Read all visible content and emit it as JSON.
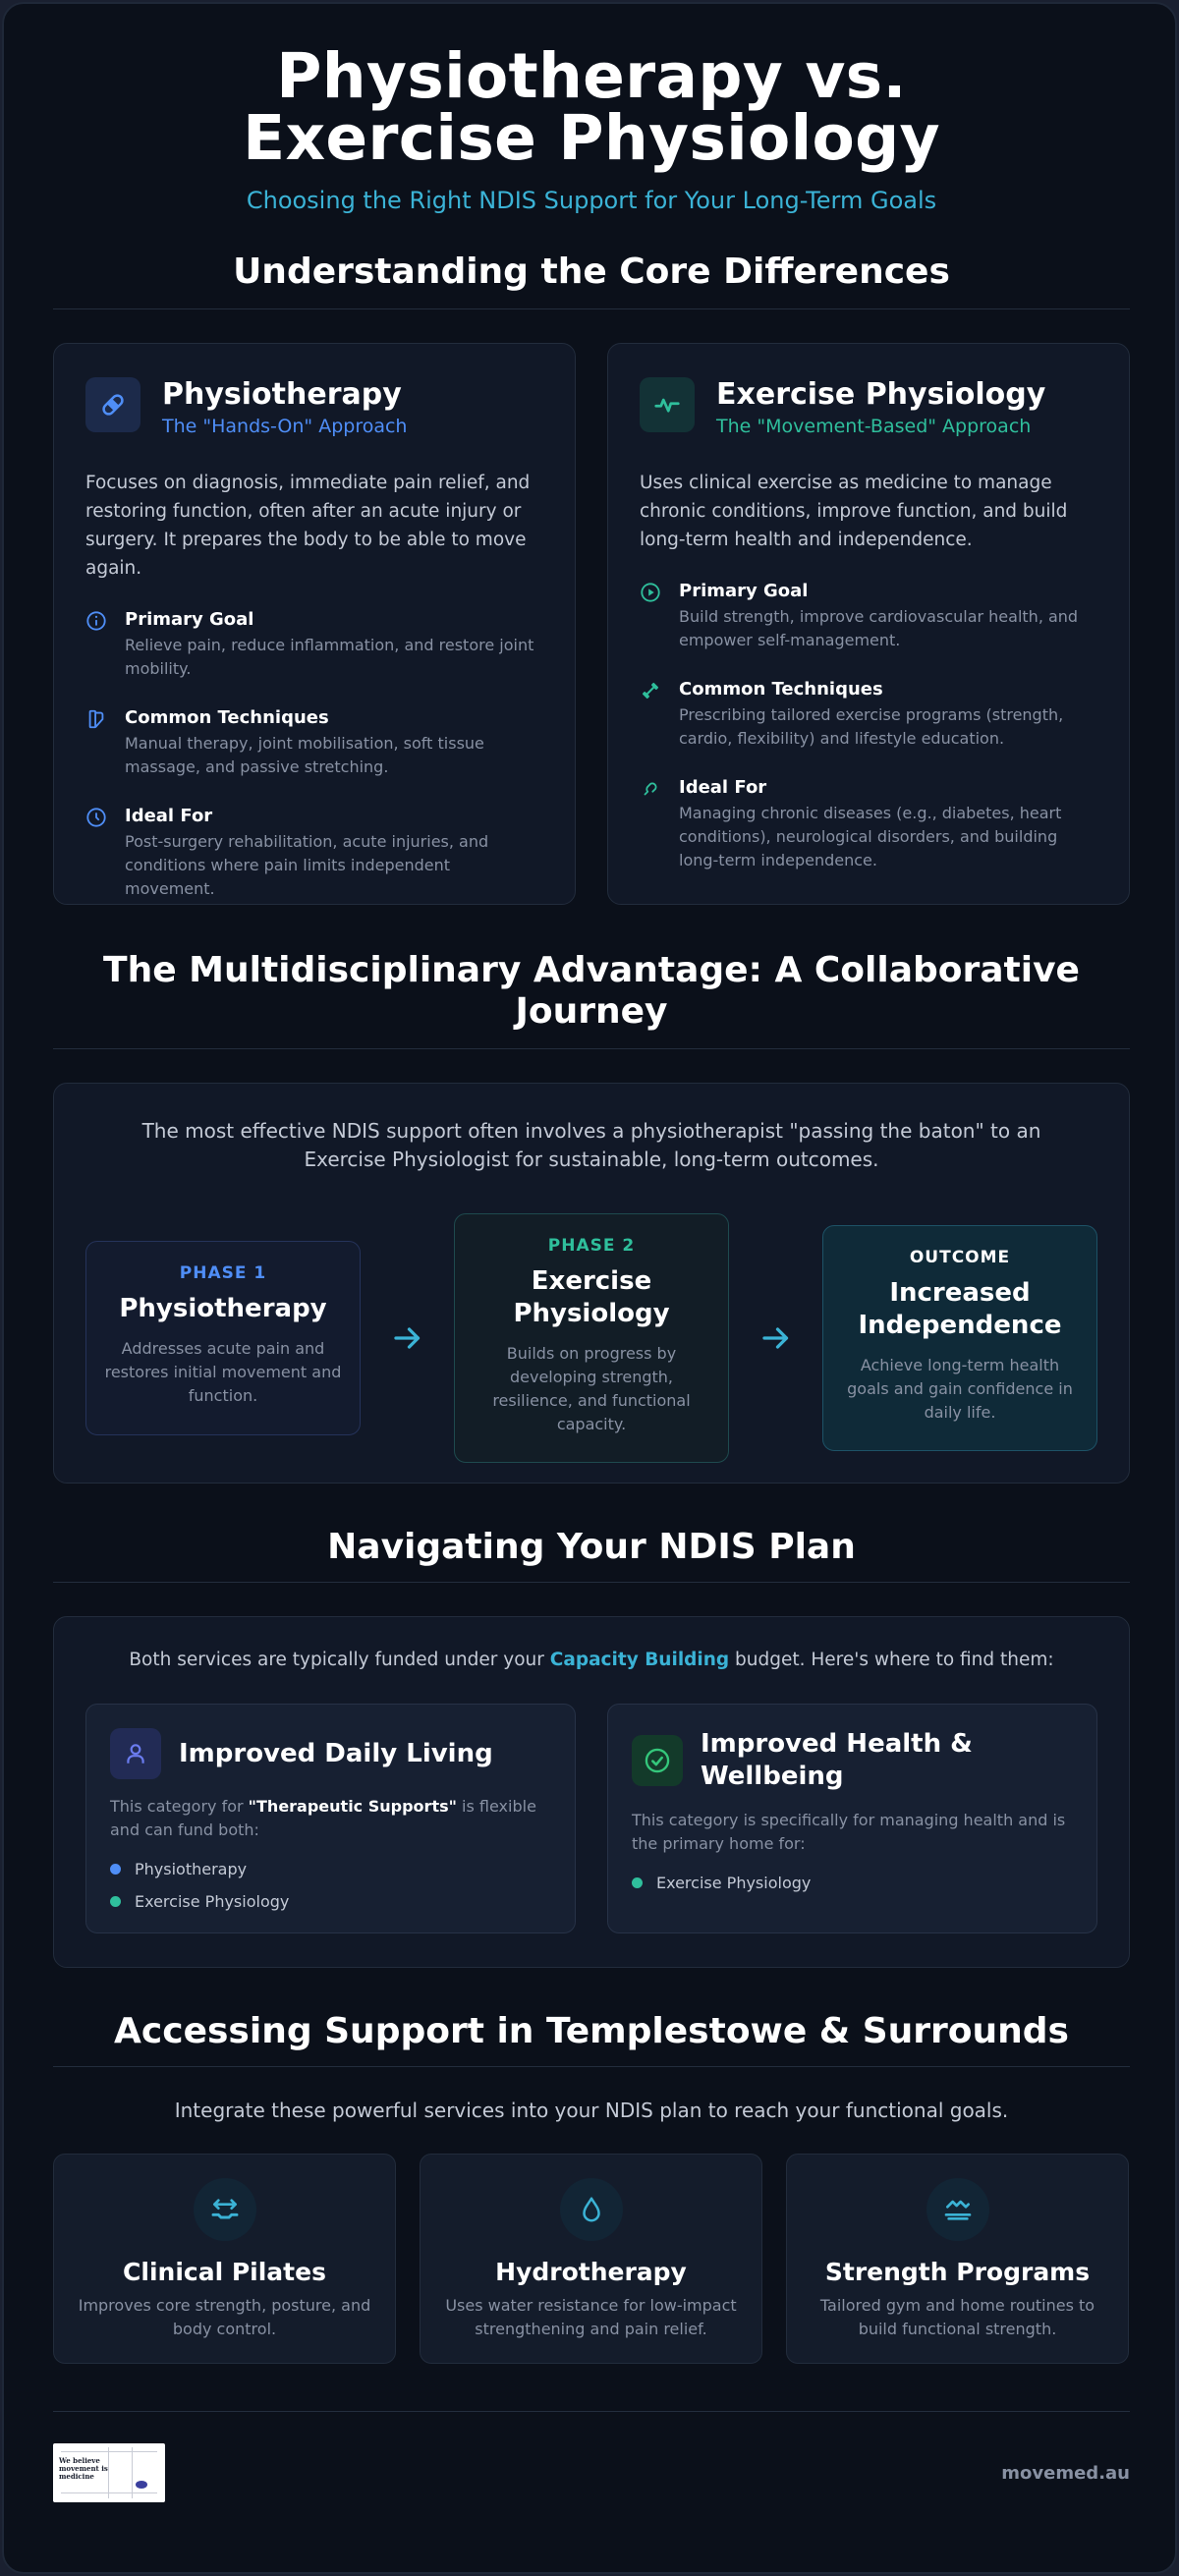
{
  "header": {
    "title": "Physiotherapy vs. Exercise Physiology",
    "subtitle": "Choosing the Right NDIS Support for Your Long-Term Goals"
  },
  "core": {
    "title": "Understanding the Core Differences",
    "cards": [
      {
        "name": "Physiotherapy",
        "tagline": "The \"Hands-On\" Approach",
        "icon": "bandage-icon",
        "description": "Focuses on diagnosis, immediate pain relief, and restoring function, often after an acute injury or surgery. It prepares the body to be able to move again.",
        "features": [
          {
            "title": "Primary Goal",
            "text": "Relieve pain, reduce inflammation, and restore joint mobility.",
            "icon": "info-circle-icon"
          },
          {
            "title": "Common Techniques",
            "text": "Manual therapy, joint mobilisation, soft tissue massage, and passive stretching.",
            "icon": "hand-icon"
          },
          {
            "title": "Ideal For",
            "text": "Post-surgery rehabilitation, acute injuries, and conditions where pain limits independent movement.",
            "icon": "clock-icon"
          }
        ]
      },
      {
        "name": "Exercise Physiology",
        "tagline": "The \"Movement-Based\" Approach",
        "icon": "activity-icon",
        "description": "Uses clinical exercise as medicine to manage chronic conditions, improve function, and build long-term health and independence.",
        "features": [
          {
            "title": "Primary Goal",
            "text": "Build strength, improve cardiovascular health, and empower self-management.",
            "icon": "play-circle-icon"
          },
          {
            "title": "Common Techniques",
            "text": "Prescribing tailored exercise programs (strength, cardio, flexibility) and lifestyle education.",
            "icon": "dumbbell-icon"
          },
          {
            "title": "Ideal For",
            "text": "Managing chronic diseases (e.g., diabetes, heart conditions), neurological disorders, and building long-term independence.",
            "icon": "link-icon"
          }
        ]
      }
    ]
  },
  "journey": {
    "title": "The Multidisciplinary Advantage: A Collaborative Journey",
    "intro": "The most effective NDIS support often involves a physiotherapist \"passing the baton\" to an Exercise Physiologist for sustainable, long-term outcomes.",
    "phases": [
      {
        "label": "PHASE 1",
        "title": "Physiotherapy",
        "text": "Addresses acute pain and restores initial movement and function."
      },
      {
        "label": "PHASE 2",
        "title": "Exercise Physiology",
        "text": "Builds on progress by developing strength, resilience, and functional capacity."
      },
      {
        "label": "OUTCOME",
        "title": "Increased Independence",
        "text": "Achieve long-term health goals and gain confidence in daily life."
      }
    ]
  },
  "plan": {
    "title": "Navigating Your NDIS Plan",
    "intro_before": "Both services are typically funded under your ",
    "intro_highlight": "Capacity Building",
    "intro_after": " budget. Here's where to find them:",
    "categories": [
      {
        "name": "Improved Daily Living",
        "icon": "person-icon",
        "desc_before": "This category for ",
        "desc_bold": "\"Therapeutic Supports\"",
        "desc_after": " is flexible and can fund both:",
        "items": [
          "Physiotherapy",
          "Exercise Physiology"
        ]
      },
      {
        "name": "Improved Health & Wellbeing",
        "icon": "check-circle-icon",
        "description": "This category is specifically for managing health and is the primary home for:",
        "items": [
          "Exercise Physiology"
        ]
      }
    ]
  },
  "access": {
    "title": "Accessing Support in Templestowe & Surrounds",
    "intro": "Integrate these powerful services into your NDIS plan to reach your functional goals.",
    "services": [
      {
        "name": "Clinical Pilates",
        "text": "Improves core strength, posture, and body control.",
        "icon": "stretch-icon"
      },
      {
        "name": "Hydrotherapy",
        "text": "Uses water resistance for low-impact strengthening and pain relief.",
        "icon": "water-drop-icon"
      },
      {
        "name": "Strength Programs",
        "text": "Tailored gym and home routines to build functional strength.",
        "icon": "strength-icon"
      }
    ]
  },
  "footer": {
    "site": "movemed.au",
    "logo_text": "We believe movement is medicine"
  },
  "colors": {
    "accent_cyan": "#3bb3d6",
    "accent_blue": "#4f8ef7",
    "accent_teal": "#2fbf9c",
    "background": "#0b101a"
  }
}
